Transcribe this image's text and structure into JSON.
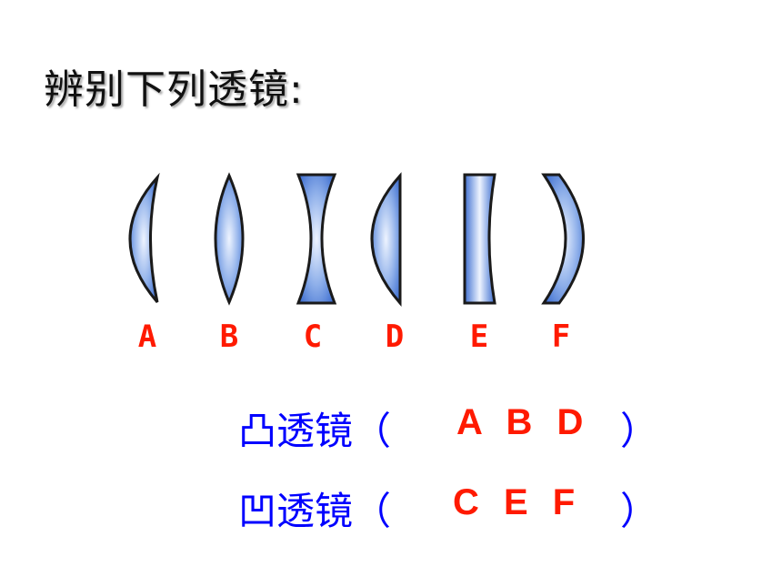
{
  "title": "辨别下列透镜:",
  "lenses": [
    {
      "label": "A",
      "kind": "plano-convex (curved left)"
    },
    {
      "label": "B",
      "kind": "biconvex"
    },
    {
      "label": "C",
      "kind": "biconcave"
    },
    {
      "label": "D",
      "kind": "plano-convex (curved left)"
    },
    {
      "label": "E",
      "kind": "plano-concave"
    },
    {
      "label": "F",
      "kind": "meniscus concave"
    }
  ],
  "convex": {
    "prefix": "凸透镜（",
    "answer": "A B D",
    "suffix": "）"
  },
  "concave": {
    "prefix": "凹透镜（",
    "answer": "C E F",
    "suffix": "）"
  },
  "colors": {
    "lens_dark": "#3f6fd0",
    "lens_light": "#eef4ff",
    "lens_outline": "#1a1a1a",
    "label_red": "#ff1a00",
    "text_blue": "#0000ff"
  }
}
